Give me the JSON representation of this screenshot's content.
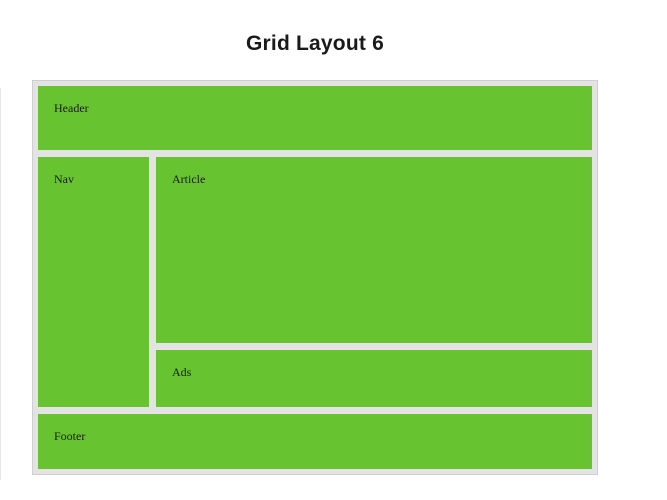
{
  "page": {
    "title": "Grid Layout 6"
  },
  "grid": {
    "header": "Header",
    "nav": "Nav",
    "article": "Article",
    "ads": "Ads",
    "footer": "Footer"
  },
  "colors": {
    "cell_background": "#67c430",
    "gutter": "#e3e3e3",
    "border": "#cfcfcf",
    "text": "#1a1a1a"
  }
}
